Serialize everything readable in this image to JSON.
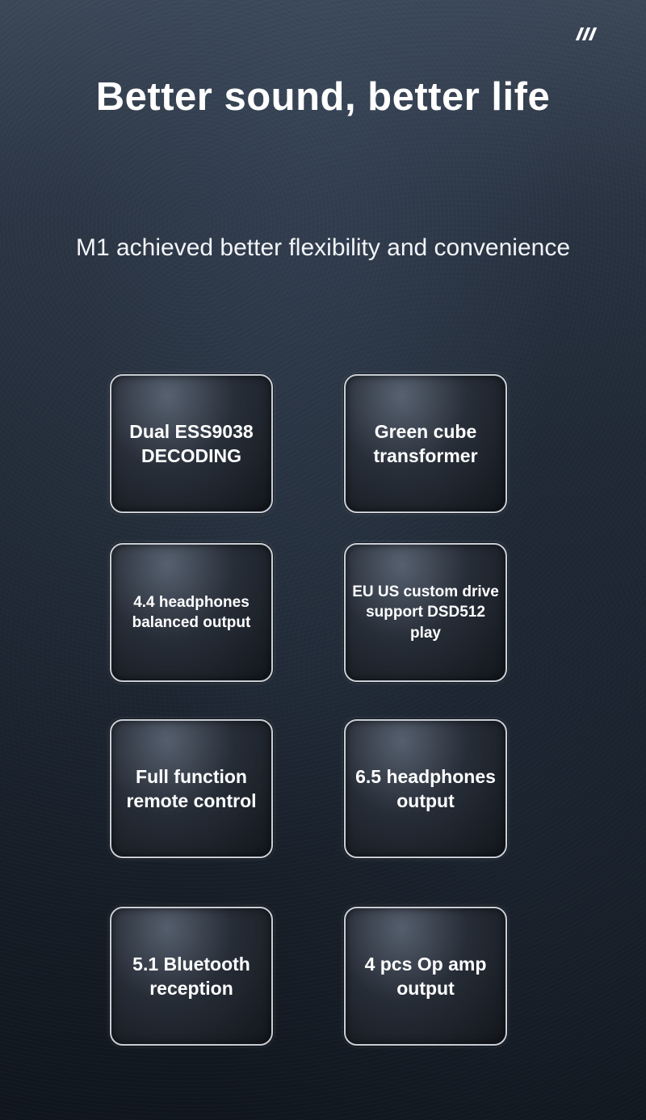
{
  "brand": {
    "icon": "slash-stripes-logo"
  },
  "title": "Better sound, better life",
  "subtitle": "M1 achieved better flexibility and convenience",
  "features": [
    {
      "label": "Dual ESS9038\n DECODING"
    },
    {
      "label": "Green cube\ntransformer"
    },
    {
      "label": "4.4 headphones\nbalanced output"
    },
    {
      "label": "EU US custom drive\nsupport DSD512 play"
    },
    {
      "label": "Full function\nremote control"
    },
    {
      "label": "6.5 headphones\noutput"
    },
    {
      "label": "5.1 Bluetooth\nreception"
    },
    {
      "label": "4 pcs Op amp\noutput"
    }
  ],
  "colors": {
    "background_top": "#3c4858",
    "background_bottom": "#10161e",
    "card_border": "#c9ced6",
    "text": "#ffffff"
  }
}
